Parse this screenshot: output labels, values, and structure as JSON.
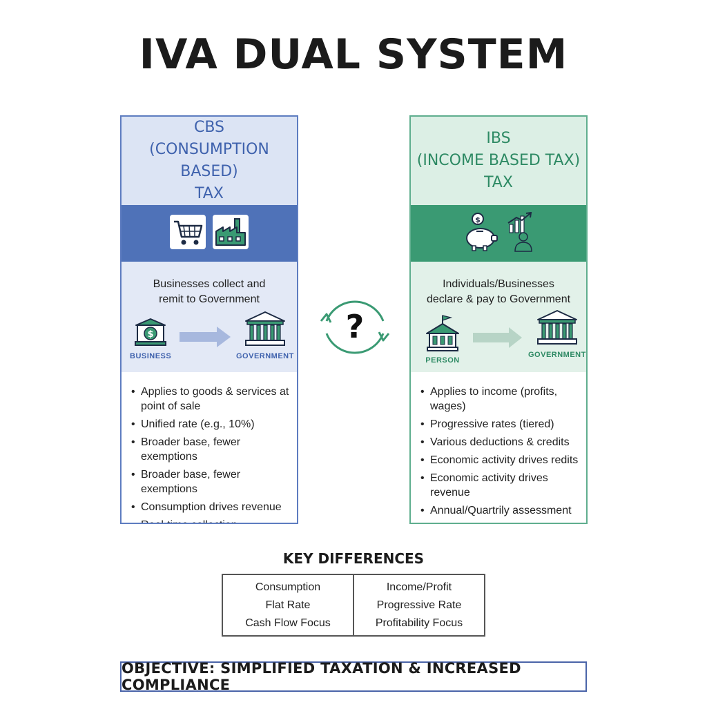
{
  "title": "IVA DUAL SYSTEM",
  "cbs": {
    "heading": [
      "CBS",
      "(CONSUMPTION BASED)",
      "TAX"
    ],
    "icons": [
      "shopping-cart-icon",
      "factory-icon"
    ],
    "flow_text": [
      "Businesses collect and",
      "remit to Government"
    ],
    "from_label": "BUSINESS",
    "to_label": "GOVERNMENT",
    "bullets": [
      "Applies to goods & services at point of sale",
      "Unified rate (e.g., 10%)",
      "Broader base, fewer exemptions",
      "Broader base, fewer exemptions",
      "Consumption drives revenue",
      "Real-time collection"
    ],
    "colors": {
      "accent": "#4f72b8",
      "light": "#dce4f4",
      "text": "#3f62ad"
    }
  },
  "ibs": {
    "heading": [
      "IBS",
      "(INCOME BASED TAX)",
      "TAX"
    ],
    "icons": [
      "piggy-bank-icon",
      "growth-chart-person-icon"
    ],
    "flow_text": [
      "Individuals/Businesses",
      "declare & pay to Government"
    ],
    "from_label": "PERSON",
    "to_label": "GOVERNMENT",
    "bullets": [
      "Applies to income (profits, wages)",
      "Progressive rates (tiered)",
      "Various deductions & credits",
      "Economic activity drives redits",
      "Economic activity drives revenue",
      "Annual/Quartrily assessment"
    ],
    "colors": {
      "accent": "#3a9a73",
      "light": "#dcefe5",
      "text": "#2e8a64"
    }
  },
  "center_symbol": "?",
  "key_differences": {
    "title": "KEY DIFFERENCES",
    "left": [
      "Consumption",
      "Flat Rate",
      "Cash Flow Focus"
    ],
    "right": [
      "Income/Profit",
      "Progressive Rate",
      "Profitability Focus"
    ]
  },
  "objective": "OBJECTIVE: SIMPLIFIED TAXATION & INCREASED COMPLIANCE"
}
